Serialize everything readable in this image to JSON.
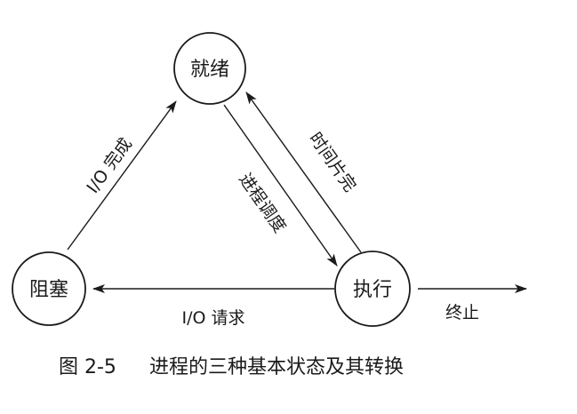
{
  "nodes": {
    "ready": "就绪",
    "blocked": "阻塞",
    "running": "执行"
  },
  "edges": {
    "io_complete": "I/O 完成",
    "process_schedule": "进程调度",
    "time_slice_done": "时间片完",
    "io_request": "I/O 请求",
    "terminate": "终止"
  },
  "caption": {
    "figure_number": "图 2-5",
    "title": "进程的三种基本状态及其转换"
  },
  "colors": {
    "line": "#1a1a1a",
    "background": "#ffffff"
  }
}
